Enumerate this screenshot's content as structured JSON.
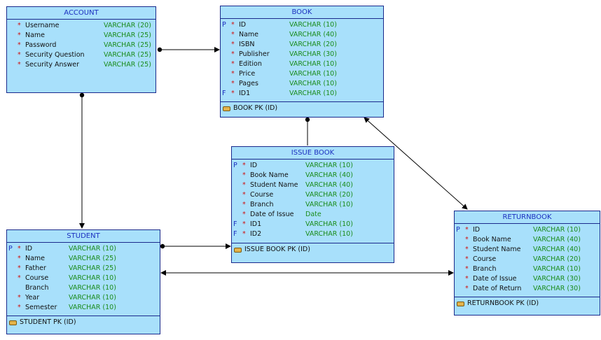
{
  "entities": {
    "account": {
      "title": "ACCOUNT",
      "attrs": [
        {
          "key": "",
          "req": "*",
          "name": "Username",
          "type": "VARCHAR (20)"
        },
        {
          "key": "",
          "req": "*",
          "name": "Name",
          "type": "VARCHAR (25)"
        },
        {
          "key": "",
          "req": "*",
          "name": "Password",
          "type": "VARCHAR (25)"
        },
        {
          "key": "",
          "req": "*",
          "name": "Security Question",
          "type": "VARCHAR (25)"
        },
        {
          "key": "",
          "req": "*",
          "name": "Security Answer",
          "type": "VARCHAR (25)"
        }
      ]
    },
    "book": {
      "title": "BOOK",
      "attrs": [
        {
          "key": "P",
          "req": "*",
          "name": "ID",
          "type": "VARCHAR (10)"
        },
        {
          "key": "",
          "req": "*",
          "name": "Name",
          "type": "VARCHAR (40)"
        },
        {
          "key": "",
          "req": "*",
          "name": "ISBN",
          "type": "VARCHAR (20)"
        },
        {
          "key": "",
          "req": "*",
          "name": "Publisher",
          "type": "VARCHAR (30)"
        },
        {
          "key": "",
          "req": "*",
          "name": "Edition",
          "type": "VARCHAR (10)"
        },
        {
          "key": "",
          "req": "*",
          "name": "Price",
          "type": "VARCHAR (10)"
        },
        {
          "key": "",
          "req": "*",
          "name": "Pages",
          "type": "VARCHAR (10)"
        },
        {
          "key": "F",
          "req": "*",
          "name": "ID1",
          "type": "VARCHAR (10)"
        }
      ],
      "pk": "BOOK PK (ID)"
    },
    "issue_book": {
      "title": "ISSUE BOOK",
      "attrs": [
        {
          "key": "P",
          "req": "*",
          "name": "ID",
          "type": "VARCHAR (10)"
        },
        {
          "key": "",
          "req": "*",
          "name": "Book Name",
          "type": "VARCHAR (40)"
        },
        {
          "key": "",
          "req": "*",
          "name": "Student Name",
          "type": "VARCHAR (40)"
        },
        {
          "key": "",
          "req": "*",
          "name": "Course",
          "type": "VARCHAR (20)"
        },
        {
          "key": "",
          "req": "*",
          "name": "Branch",
          "type": "VARCHAR (10)"
        },
        {
          "key": "",
          "req": "*",
          "name": "Date of Issue",
          "type": "Date"
        },
        {
          "key": "F",
          "req": "*",
          "name": "ID1",
          "type": "VARCHAR (10)"
        },
        {
          "key": "F",
          "req": "*",
          "name": "ID2",
          "type": "VARCHAR (10)"
        }
      ],
      "pk": "ISSUE BOOK PK (ID)"
    },
    "student": {
      "title": "STUDENT",
      "attrs": [
        {
          "key": "P",
          "req": "*",
          "name": "ID",
          "type": "VARCHAR (10)"
        },
        {
          "key": "",
          "req": "*",
          "name": "Name",
          "type": "VARCHAR (25)"
        },
        {
          "key": "",
          "req": "*",
          "name": "Father",
          "type": "VARCHAR (25)"
        },
        {
          "key": "",
          "req": "*",
          "name": "Course",
          "type": "VARCHAR (10)"
        },
        {
          "key": "",
          "req": "",
          "name": "Branch",
          "type": "VARCHAR (10)"
        },
        {
          "key": "",
          "req": "*",
          "name": "Year",
          "type": "VARCHAR (10)"
        },
        {
          "key": "",
          "req": "*",
          "name": "Semester",
          "type": "VARCHAR (10)"
        }
      ],
      "pk": "STUDENT PK (ID)"
    },
    "returnbook": {
      "title": "RETURNBOOK",
      "attrs": [
        {
          "key": "P",
          "req": "*",
          "name": "ID",
          "type": "VARCHAR (10)"
        },
        {
          "key": "",
          "req": "*",
          "name": "Book Name",
          "type": "VARCHAR (40)"
        },
        {
          "key": "",
          "req": "*",
          "name": "Student Name",
          "type": "VARCHAR (40)"
        },
        {
          "key": "",
          "req": "*",
          "name": "Course",
          "type": "VARCHAR (20)"
        },
        {
          "key": "",
          "req": "*",
          "name": "Branch",
          "type": "VARCHAR (10)"
        },
        {
          "key": "",
          "req": "*",
          "name": "Date of Issue",
          "type": "VARCHAR (30)"
        },
        {
          "key": "",
          "req": "*",
          "name": "Date of Return",
          "type": "VARCHAR (30)"
        }
      ],
      "pk": "RETURNBOOK PK (ID)"
    }
  },
  "relationships": [
    {
      "from": "account",
      "to": "book",
      "kind": "dot-arrow"
    },
    {
      "from": "account",
      "to": "student",
      "kind": "dot-arrow"
    },
    {
      "from": "book",
      "to": "issue_book",
      "kind": "dot-only"
    },
    {
      "from": "book",
      "to": "returnbook",
      "kind": "double-arrow"
    },
    {
      "from": "student",
      "to": "issue_book",
      "kind": "dot-arrow"
    },
    {
      "from": "student",
      "to": "returnbook",
      "kind": "double-arrow"
    }
  ]
}
